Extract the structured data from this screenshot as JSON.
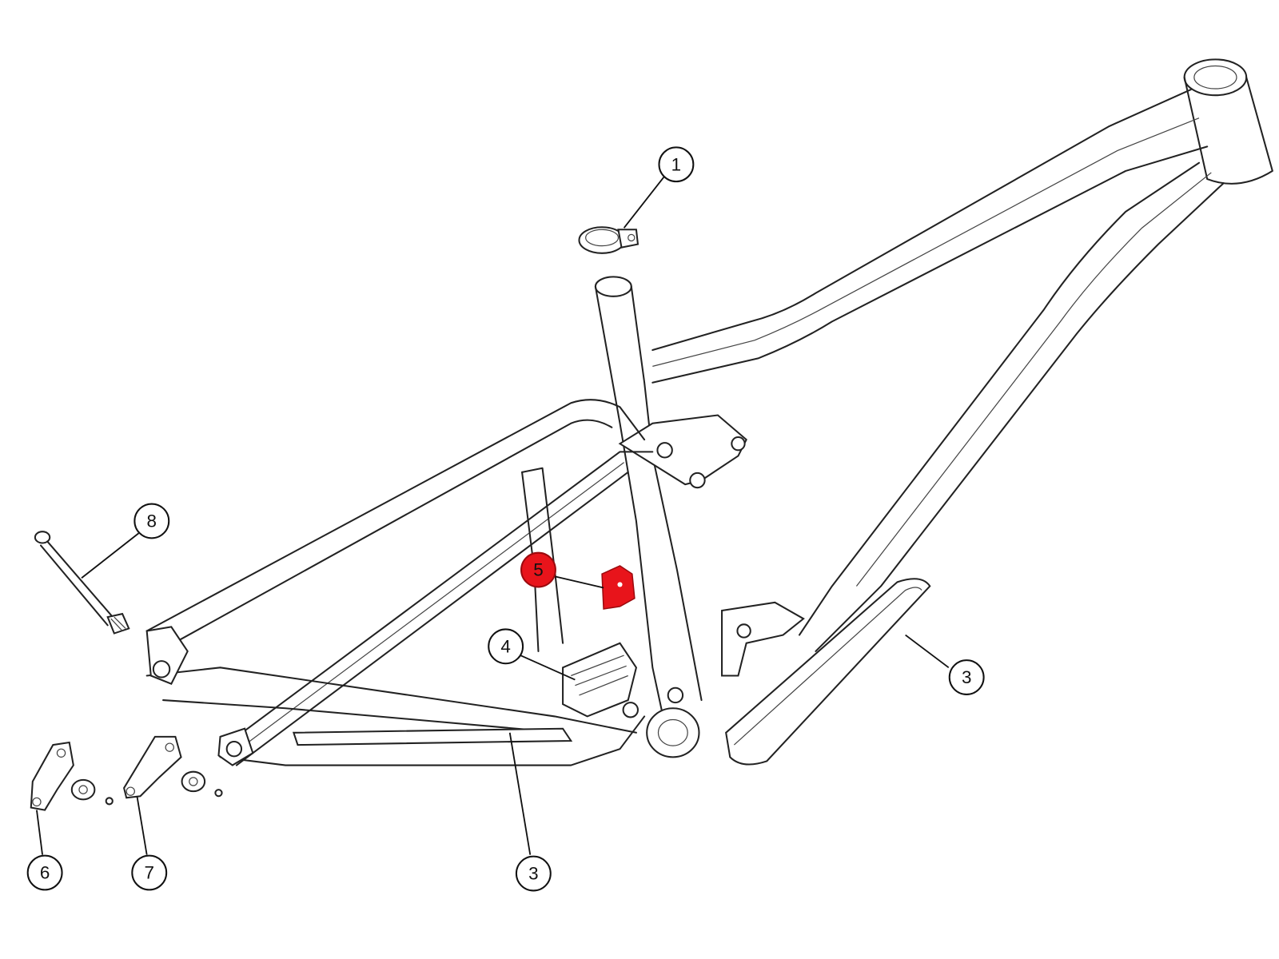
{
  "diagram": {
    "highlight_color": "#e8141b",
    "callouts": [
      {
        "label": "1",
        "part": "seat-clamp"
      },
      {
        "label": "8",
        "part": "rear-axle"
      },
      {
        "label": "5",
        "part": "cable-guide",
        "highlighted": true
      },
      {
        "label": "4",
        "part": "chainstay-protector"
      },
      {
        "label": "3",
        "part": "downtube-guard"
      },
      {
        "label": "3",
        "part": "chainstay-guard"
      },
      {
        "label": "6",
        "part": "derailleur-hanger-a"
      },
      {
        "label": "7",
        "part": "derailleur-hanger-b"
      }
    ]
  }
}
